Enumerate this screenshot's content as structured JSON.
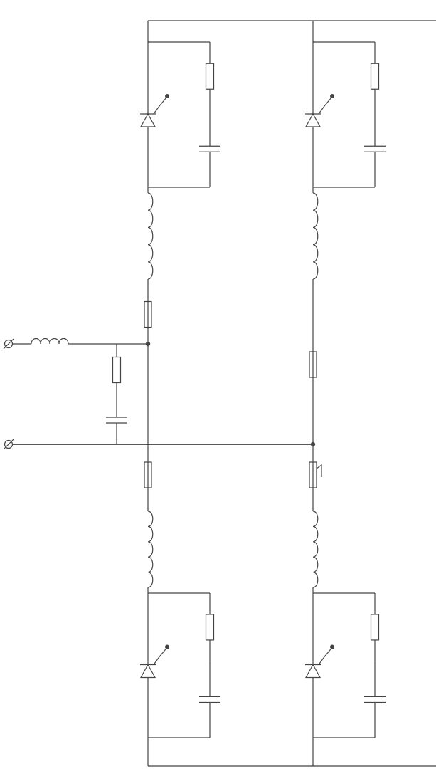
{
  "diagram": {
    "kind": "thyristor bridge circuit schematic",
    "colors": {
      "wire": "#444444",
      "bus": "#222222",
      "background": "#ffffff"
    },
    "terminals": [
      "input-terminal-upper",
      "input-terminal-lower"
    ],
    "legs": [
      {
        "name": "left",
        "upper_switch": [
          "thyristor",
          "snubber-resistor",
          "snubber-capacitor"
        ],
        "upper_branch": [
          "inductor",
          "fuse"
        ],
        "lower_branch": [
          "fuse",
          "inductor"
        ],
        "lower_switch": [
          "thyristor",
          "snubber-resistor",
          "snubber-capacitor"
        ]
      },
      {
        "name": "right",
        "upper_switch": [
          "thyristor",
          "snubber-resistor",
          "snubber-capacitor"
        ],
        "upper_branch": [
          "inductor",
          "fuse"
        ],
        "lower_branch": [
          "fuse-with-indicator",
          "inductor"
        ],
        "lower_switch": [
          "thyristor",
          "snubber-resistor",
          "snubber-capacitor"
        ]
      }
    ],
    "input_filter": [
      "series-inductor",
      "rc-snubber"
    ]
  }
}
